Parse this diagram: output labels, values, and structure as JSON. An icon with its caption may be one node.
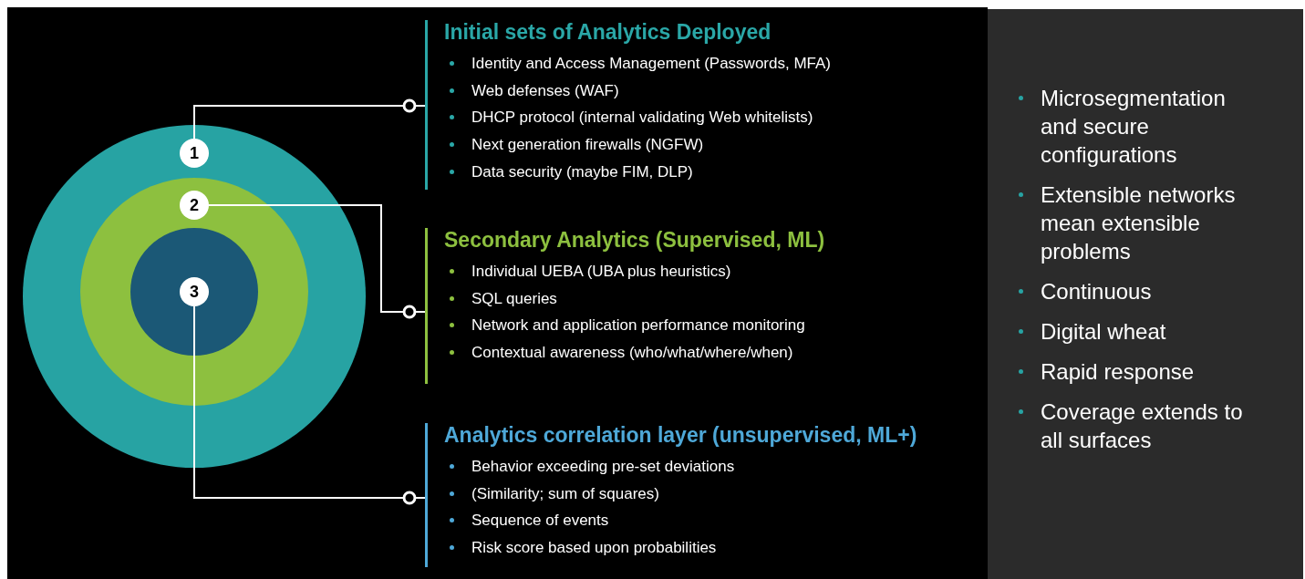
{
  "diagram": {
    "nodes": [
      {
        "text": [
          "1"
        ]
      },
      {
        "text": [
          "2"
        ],
        "in": 0
      },
      {
        "text": [
          "3"
        ],
        "in": 1
      },
      {
        "text": [
          "Initial sets of Analytics Deployed",
          "Identity and Access Management (Passwords, MFA)",
          "Web defenses (WAF)",
          "DHCP protocol (internal validating Web whitelists)",
          "Next generation firewalls (NGFW)",
          "Data security (maybe FIM, DLP)"
        ]
      },
      {
        "text": [
          "Secondary Analytics (Supervised, ML)",
          "Individual UEBA (UBA plus heuristics)",
          "SQL queries",
          "Network and application performance monitoring",
          "Contextual awareness (who/what/where/when)"
        ]
      },
      {
        "text": [
          "Analytics correlation layer (unsupervised, ML+)",
          "Behavior exceeding pre-set deviations",
          "(Similarity; sum of squares)",
          "Sequence of events",
          "Risk score based upon probabilities"
        ]
      },
      {
        "text": [
          "Microsegmentation and secure configurations",
          "Extensible networks mean extensible problems",
          "Continuous",
          "Digital wheat",
          "Rapid response",
          "Coverage extends to all surfaces"
        ]
      }
    ],
    "edges": [
      {
        "from": 0,
        "to": 3,
        "arrow": "other"
      },
      {
        "from": 1,
        "to": 4,
        "arrow": "other"
      },
      {
        "from": 2,
        "to": 5,
        "arrow": "other"
      }
    ]
  }
}
